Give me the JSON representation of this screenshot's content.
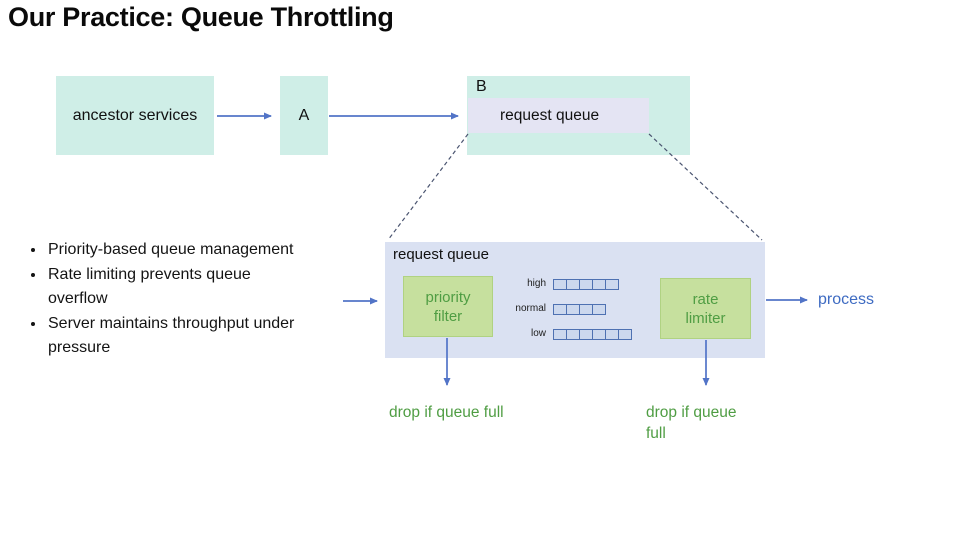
{
  "slide": {
    "title": "Our Practice: Queue Throttling"
  },
  "bullets": [
    "Priority-based queue management",
    "Rate limiting prevents queue overflow",
    "Server maintains throughput under pressure"
  ],
  "flow": {
    "ancestor_label": "ancestor services",
    "node_a_label": "A",
    "node_b_label": "B",
    "queue_label": "request queue"
  },
  "detail": {
    "title": "request queue",
    "priority_filter_label": "priority filter",
    "rate_limiter_label": "rate limiter",
    "lanes": [
      {
        "name": "high",
        "cells": 5
      },
      {
        "name": "normal",
        "cells": 4
      },
      {
        "name": "low",
        "cells": 6
      }
    ],
    "process_label": "process",
    "drop_left_label": "drop if queue full",
    "drop_right_label": "drop if queue full"
  },
  "colors": {
    "cyan_box": "#cfeee7",
    "lavender_box": "#e4e4f3",
    "detail_bg": "#dae1f2",
    "green_fill": "#c6e09e",
    "green_border": "#b0d282",
    "green_text": "#4f9d43",
    "arrow_blue": "#5274c7",
    "process_text": "#3e6bc2",
    "cell_border": "#4e71b2",
    "cell_fill": "#ccd8ee",
    "dashed_line": "#4a5470",
    "text_dark": "#111111"
  }
}
